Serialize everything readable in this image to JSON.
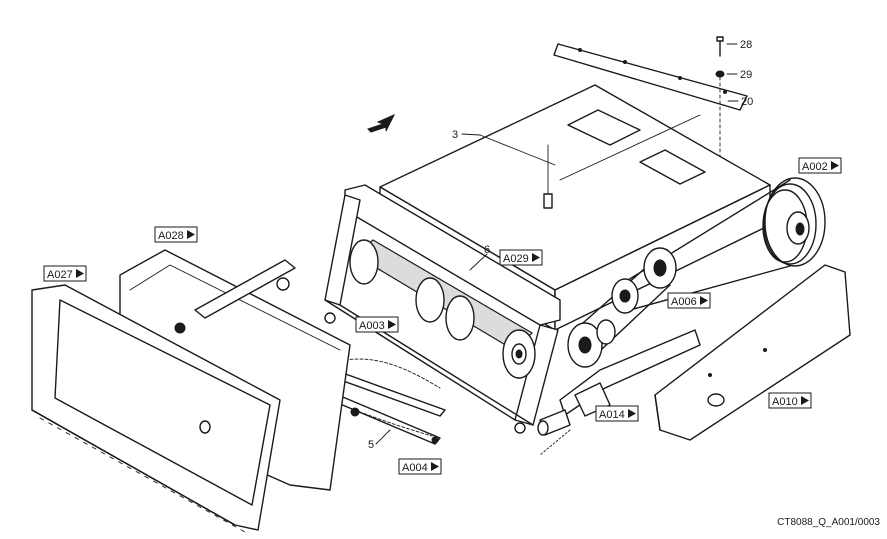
{
  "callouts": {
    "bolt": "28",
    "washer": "29",
    "cover_plate": "20",
    "frame": "3",
    "shaft": "6",
    "chain": "5"
  },
  "references": {
    "a002": "A002",
    "a028": "A028",
    "a027": "A027",
    "a029": "A029",
    "a003": "A003",
    "a006": "A006",
    "a010": "A010",
    "a014": "A014",
    "a004": "A004"
  },
  "drawing_code": "CT8088_Q_A001/0003"
}
